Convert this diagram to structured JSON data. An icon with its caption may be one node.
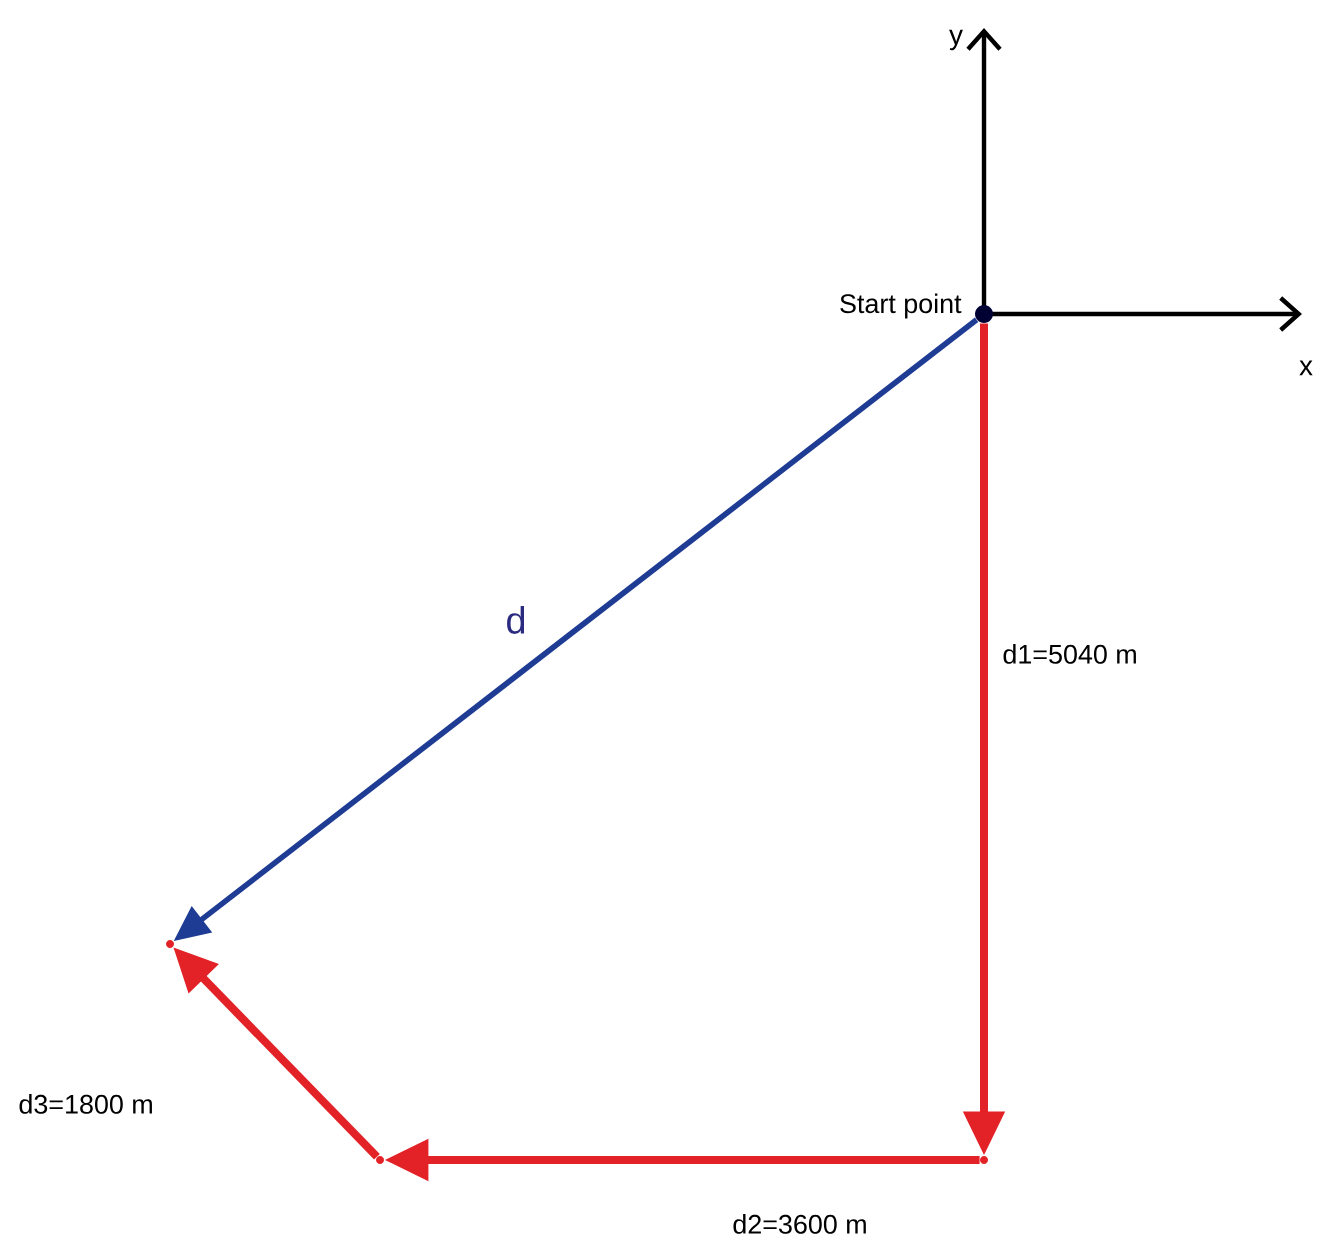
{
  "diagram": {
    "nodes": [
      {
        "text": [],
        "shape": "circle",
        "beside": [
          "Start point"
        ]
      },
      {
        "text": [],
        "shape": "point"
      },
      {
        "text": [],
        "shape": "point"
      },
      {
        "text": [],
        "shape": "point"
      }
    ],
    "edges": [
      {
        "from": 0,
        "to": 1,
        "arrow": "to",
        "label": "d1=5040 m"
      },
      {
        "from": 1,
        "to": 2,
        "arrow": "to",
        "label": "d2=3600 m"
      },
      {
        "from": 2,
        "to": 3,
        "arrow": "to",
        "label": "d3=1800 m"
      },
      {
        "from": 0,
        "to": 3,
        "arrow": "to",
        "label": "d",
        "color": "#1f3c95"
      }
    ],
    "labels": [
      "y",
      "x"
    ]
  }
}
